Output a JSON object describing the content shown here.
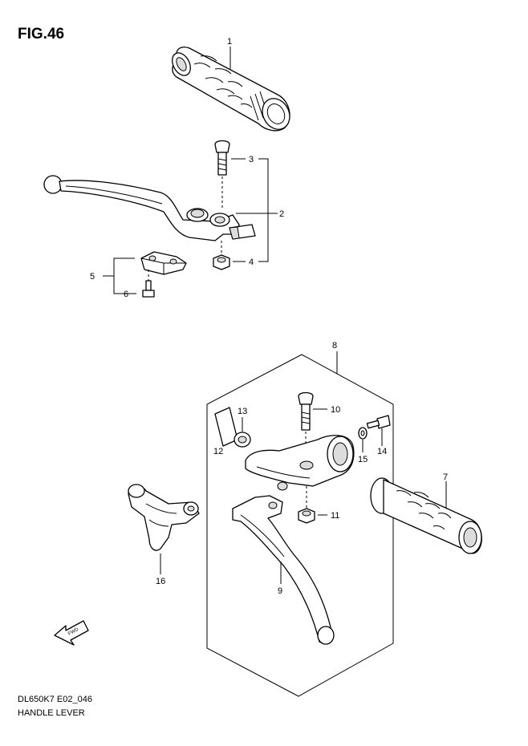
{
  "figure": {
    "title": "FIG.46",
    "model_code": "DL650K7 E02_046",
    "caption": "HANDLE LEVER"
  },
  "callouts": [
    {
      "id": "c1",
      "label": "1"
    },
    {
      "id": "c2",
      "label": "2"
    },
    {
      "id": "c3",
      "label": "3"
    },
    {
      "id": "c4",
      "label": "4"
    },
    {
      "id": "c5",
      "label": "5"
    },
    {
      "id": "c6",
      "label": "6"
    },
    {
      "id": "c7",
      "label": "7"
    },
    {
      "id": "c8",
      "label": "8"
    },
    {
      "id": "c9",
      "label": "9"
    },
    {
      "id": "c10",
      "label": "10"
    },
    {
      "id": "c11",
      "label": "11"
    },
    {
      "id": "c12",
      "label": "12"
    },
    {
      "id": "c13",
      "label": "13"
    },
    {
      "id": "c14",
      "label": "14"
    },
    {
      "id": "c15",
      "label": "15"
    },
    {
      "id": "c16",
      "label": "16"
    }
  ],
  "fwd_arrow": {
    "label": "FWD",
    "icon": "fwd-arrow-icon"
  }
}
